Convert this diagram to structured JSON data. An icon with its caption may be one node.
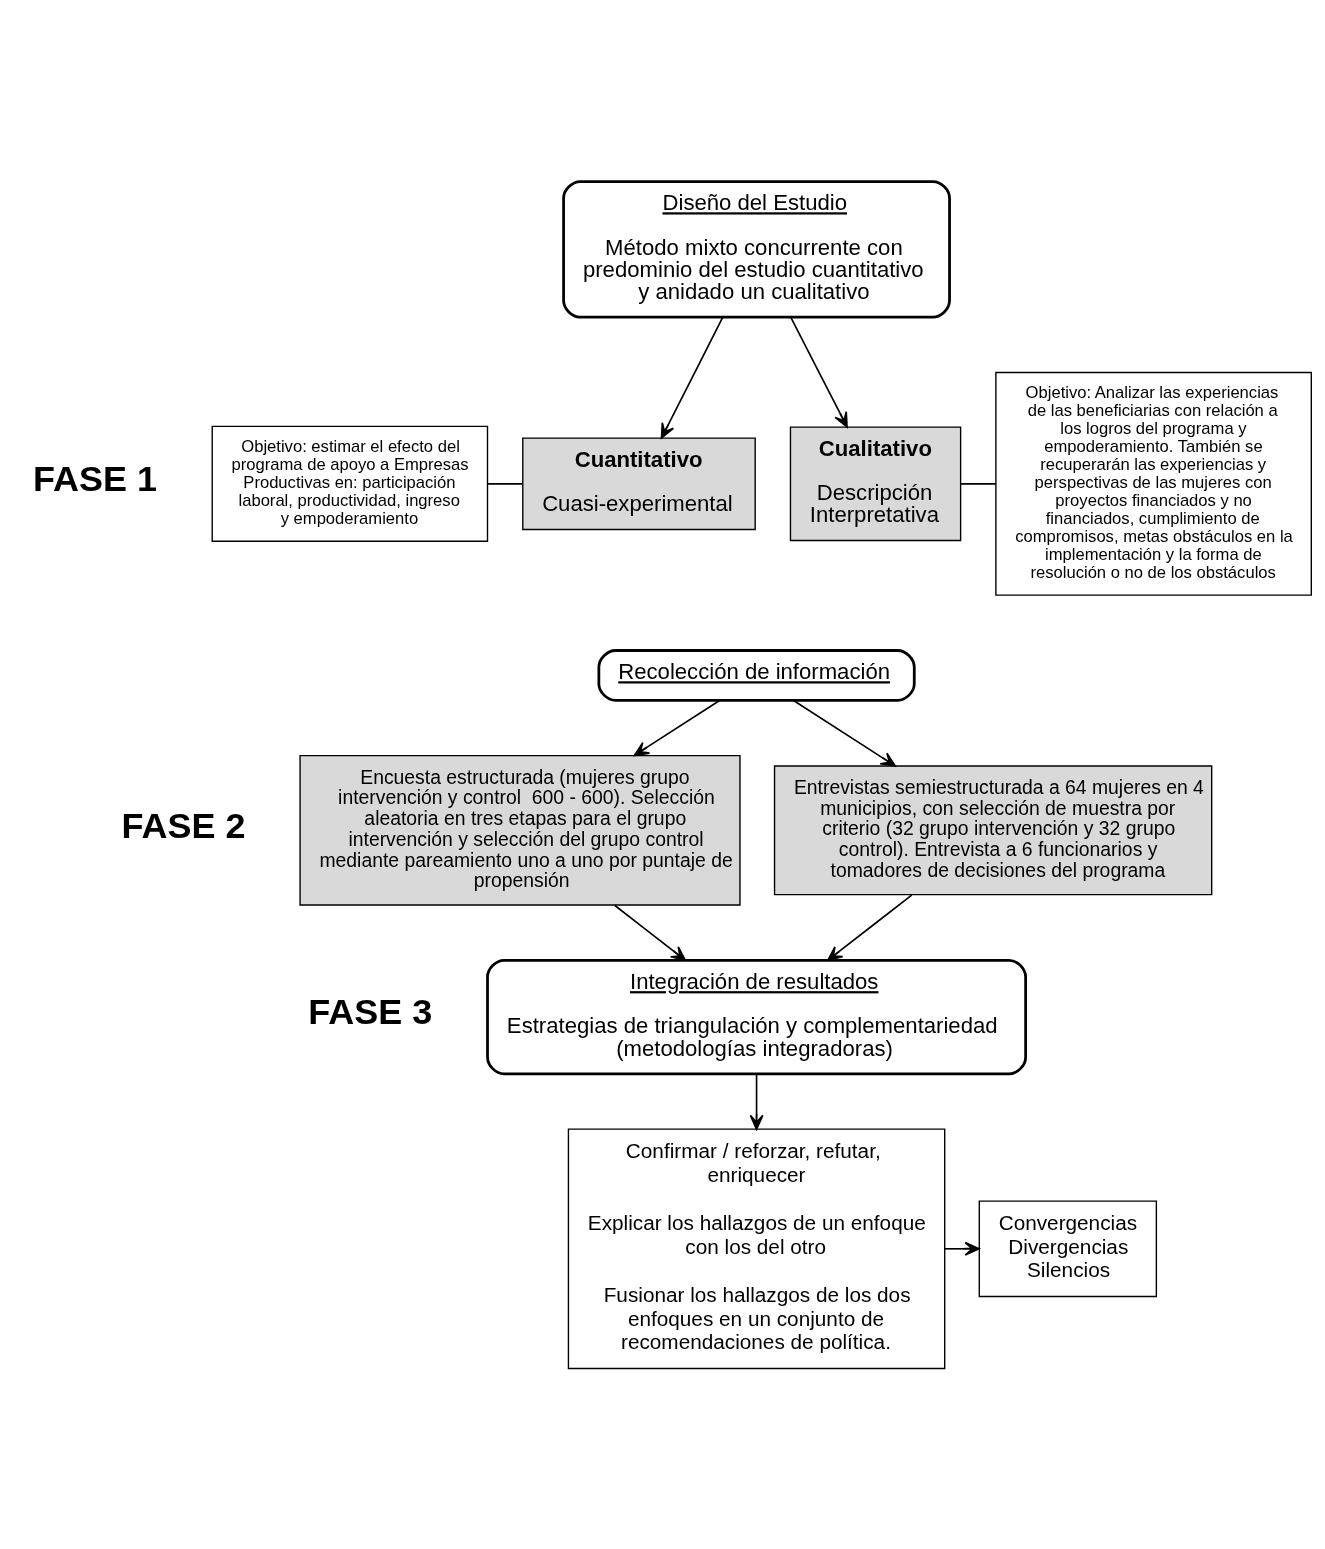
{
  "diagram": {
    "nodes": [
      {
        "text": [
          "Diseño del Estudio",
          "Método mixto concurrente con predominio del estudio cuantitativo y anidado un cualitativo"
        ]
      },
      {
        "text": [
          "Objetivo: estimar el efecto del programa de apoyo a Empresas Productivas en: participación laboral, productividad, ingreso y empoderamiento"
        ]
      },
      {
        "text": [
          "Cuantitativo",
          "Cuasi-experimental"
        ]
      },
      {
        "text": [
          "Cualitativo",
          "Descripción Interpretativa"
        ]
      },
      {
        "text": [
          "Objetivo: Analizar las experiencias de las beneficiarias con relación a los logros del programa y empoderamiento. También se recuperarán las experiencias y perspectivas de las mujeres con proyectos financiados y no financiados, cumplimiento de compromisos, metas obstáculos en la implementación y la forma de resolución o no de los obstáculos"
        ]
      },
      {
        "text": [
          "Recolección de información"
        ]
      },
      {
        "text": [
          "Encuesta estructurada (mujeres grupo intervención y control  600 - 600). Selección aleatoria en tres etapas para el grupo intervención y selección del grupo control mediante pareamiento uno a uno por puntaje de propensión"
        ]
      },
      {
        "text": [
          "Entrevistas semiestructurada a 64 mujeres en 4 municipios, con selección de muestra por criterio (32 grupo intervención y 32 grupo control). Entrevista a 6 funcionarios y tomadores de decisiones del programa"
        ]
      },
      {
        "text": [
          "Integración de resultados",
          "Estrategias de triangulación y complementariedad (metodologías integradoras)"
        ]
      },
      {
        "text": [
          "Confirmar / reforzar, refutar, enriquecer",
          "Explicar los hallazgos de un enfoque con los del otro",
          "Fusionar los hallazgos de los dos enfoques en un conjunto de recomendaciones de política."
        ]
      },
      {
        "text": [
          "Convergencias Divergencias Silencios"
        ]
      }
    ],
    "edges": [
      {
        "from": 0,
        "to": 2,
        "arrow": "to"
      },
      {
        "from": 0,
        "to": 3,
        "arrow": "to"
      },
      {
        "from": 1,
        "to": 2,
        "arrow": "none"
      },
      {
        "from": 3,
        "to": 4,
        "arrow": "none"
      },
      {
        "from": 5,
        "to": 6,
        "arrow": "to"
      },
      {
        "from": 5,
        "to": 7,
        "arrow": "to"
      },
      {
        "from": 6,
        "to": 8,
        "arrow": "to"
      },
      {
        "from": 7,
        "to": 8,
        "arrow": "to"
      },
      {
        "from": 8,
        "to": 9,
        "arrow": "to"
      },
      {
        "from": 9,
        "to": 10,
        "arrow": "to"
      }
    ],
    "labels": [
      "FASE 1",
      "FASE 2",
      "FASE 3"
    ]
  }
}
